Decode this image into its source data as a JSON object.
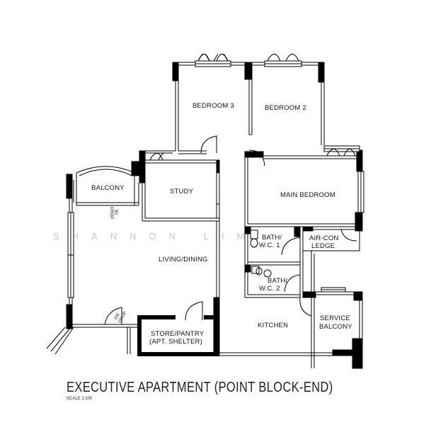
{
  "rooms": {
    "bedroom3": "BEDROOM 3",
    "bedroom2": "BEDROOM 2",
    "study": "STUDY",
    "balcony": "BALCONY",
    "main_bedroom": "MAIN BEDROOM",
    "bath_wc1_line1": "BATH/",
    "bath_wc1_line2": "W.C. 1",
    "aircon_line1": "AIR-CON",
    "aircon_line2": "LEDGE",
    "living_dining": "LIVING/DINING",
    "bath_wc2_line1": "BATH/",
    "bath_wc2_line2": "W.C. 2",
    "kitchen": "KITCHEN",
    "service_line1": "SERVICE",
    "service_line2": "BALCONY",
    "store_line1": "STORE/PANTRY",
    "store_line2": "(APT. SHELTER)"
  },
  "annotations": {
    "drop1": "50",
    "drop1b": "DROP",
    "drop2": "100",
    "drop2b": "DROP"
  },
  "watermark": "SHANNON LIM",
  "title": "EXECUTIVE APARTMENT (POINT BLOCK-END)",
  "scale": "SCALE 1:100"
}
